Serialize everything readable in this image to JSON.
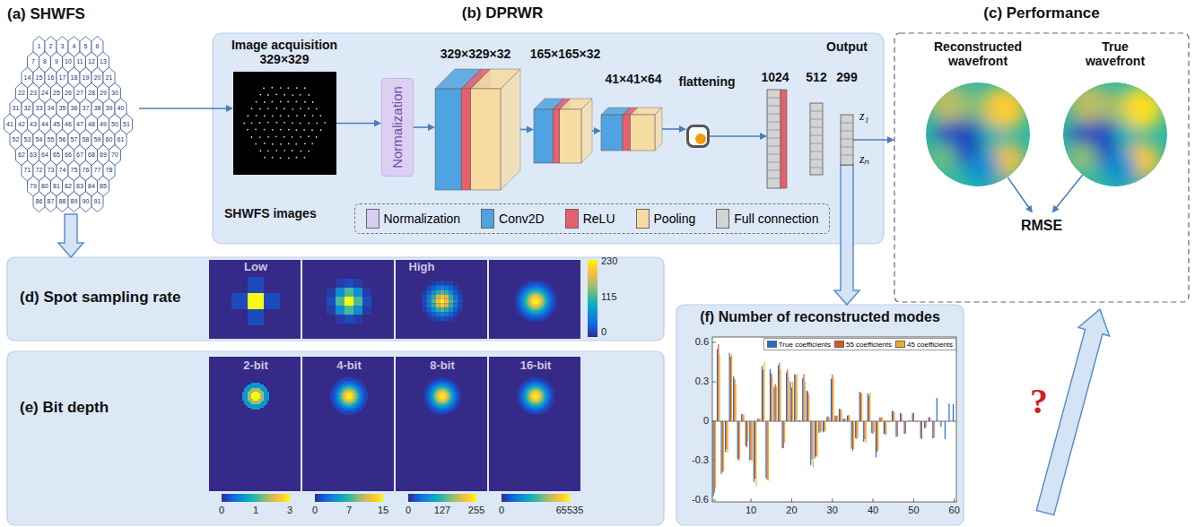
{
  "diagram": {
    "nodes": [
      {
        "text": [
          "(a) SHWFS"
        ]
      },
      {
        "text": [
          "(b) DPRWR"
        ]
      },
      {
        "text": [
          "Image acquisition 329×329",
          "SHWFS images"
        ],
        "in": 1
      },
      {
        "text": [
          "Normalization"
        ],
        "in": 1
      },
      {
        "text": [
          "329×329×32"
        ],
        "in": 1
      },
      {
        "text": [
          "165×165×32"
        ],
        "in": 1
      },
      {
        "text": [
          "41×41×64"
        ],
        "in": 1
      },
      {
        "text": [
          "flattening"
        ],
        "in": 1
      },
      {
        "text": [
          "1024"
        ],
        "in": 1
      },
      {
        "text": [
          "512"
        ],
        "in": 1
      },
      {
        "text": [
          "Output",
          "299"
        ],
        "in": 1
      },
      {
        "text": [
          "(c) Performance"
        ]
      },
      {
        "text": [
          "Reconstructed wavefront"
        ],
        "in": 11
      },
      {
        "text": [
          "True wavefront"
        ],
        "in": 11
      },
      {
        "text": [
          "RMSE"
        ],
        "in": 11
      },
      {
        "text": [
          "(d) Spot sampling rate"
        ]
      },
      {
        "text": [
          "(e) Bit depth"
        ]
      },
      {
        "text": [
          "(f) Number of reconstructed modes"
        ]
      }
    ],
    "edges": [
      {
        "from": 0,
        "to": 2,
        "arrow": "to"
      },
      {
        "from": 2,
        "to": 3,
        "arrow": "to"
      },
      {
        "from": 3,
        "to": 4,
        "arrow": "to"
      },
      {
        "from": 4,
        "to": 5,
        "arrow": "to"
      },
      {
        "from": 5,
        "to": 6,
        "arrow": "to"
      },
      {
        "from": 6,
        "to": 7,
        "arrow": "to"
      },
      {
        "from": 7,
        "to": 8,
        "arrow": "to"
      },
      {
        "from": 10,
        "to": 11,
        "arrow": "to"
      },
      {
        "from": 12,
        "to": 14,
        "arrow": "to"
      },
      {
        "from": 13,
        "to": 14,
        "arrow": "to"
      },
      {
        "from": 0,
        "to": 15,
        "arrow": "to"
      },
      {
        "from": 10,
        "to": 17,
        "arrow": "to"
      }
    ],
    "labels": [
      "1",
      "2",
      "3",
      "4",
      "5",
      "6",
      "7",
      "8",
      "9",
      "10",
      "11",
      "12",
      "13",
      "14",
      "15",
      "16",
      "17",
      "18",
      "19",
      "20",
      "21",
      "22",
      "23",
      "24",
      "25",
      "26",
      "27",
      "28",
      "29",
      "30",
      "31",
      "32",
      "33",
      "34",
      "35",
      "36",
      "37",
      "38",
      "39",
      "40",
      "41",
      "42",
      "43",
      "44",
      "45",
      "46",
      "47",
      "48",
      "49",
      "50",
      "51",
      "52",
      "53",
      "54",
      "55",
      "56",
      "57",
      "58",
      "59",
      "60",
      "61",
      "62",
      "63",
      "64",
      "65",
      "66",
      "67",
      "68",
      "69",
      "70",
      "71",
      "72",
      "73",
      "74",
      "75",
      "76",
      "77",
      "78",
      "79",
      "80",
      "81",
      "82",
      "83",
      "84",
      "85",
      "86",
      "87",
      "88",
      "89",
      "90",
      "91",
      "Low",
      "High",
      "230",
      "115",
      "0",
      "2-bit",
      "4-bit",
      "8-bit",
      "16-bit",
      "0",
      "1",
      "3",
      "0",
      "7",
      "15",
      "0",
      "127",
      "255",
      "0",
      "65535",
      "0.6",
      "0.3",
      "0",
      "-0.3",
      "-0.6",
      "10",
      "20",
      "30",
      "40",
      "50",
      "60",
      "z₁",
      "zₙ",
      "?"
    ],
    "legend": [
      {
        "text": "Normalization",
        "color": "#d9ccf0"
      },
      {
        "text": "Conv2D",
        "color": "#4ea3e0"
      },
      {
        "text": "ReLU",
        "color": "#e8606c"
      },
      {
        "text": "Pooling",
        "color": "#f7dca2"
      },
      {
        "text": "Full connection",
        "color": "#d3d3d3"
      },
      {
        "text": "True coefficients",
        "color": "#1f6fd1"
      },
      {
        "text": "55 coefficients",
        "color": "#e0571d"
      },
      {
        "text": "45 coefficients",
        "color": "#eeb11c"
      }
    ]
  }
}
